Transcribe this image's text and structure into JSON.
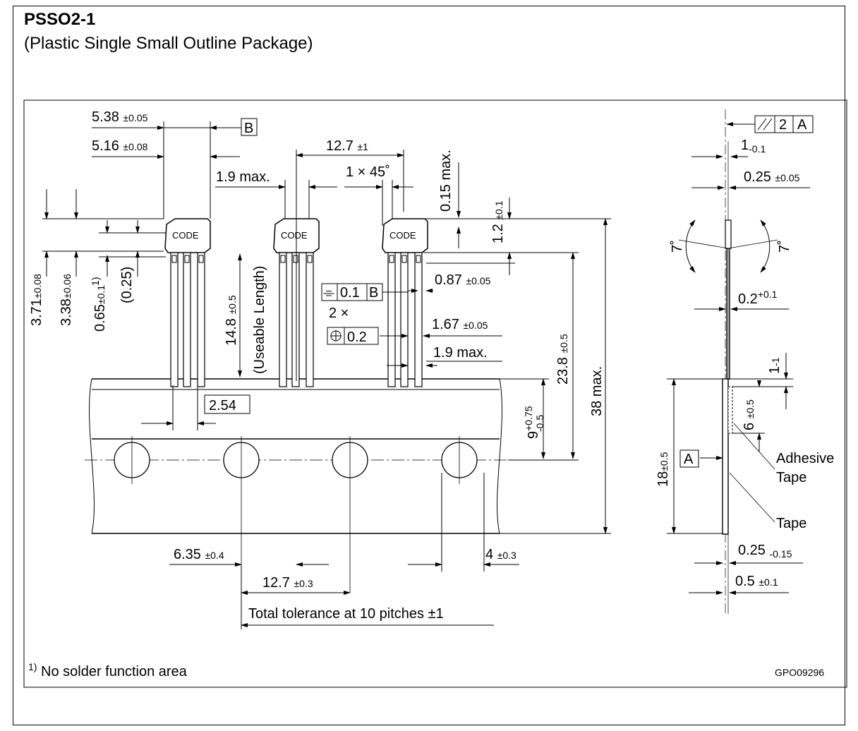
{
  "header": {
    "title": "PSSO2-1",
    "subtitle": "(Plastic Single Small Outline Package)"
  },
  "drawing": {
    "dims": {
      "d538": "5.38",
      "d538_tol": "±0.05",
      "d516": "5.16",
      "d516_tol": "±0.08",
      "datum_b": "B",
      "d127_top": "12.7",
      "d127_top_tol": "±1",
      "d19_max_a": "1.9 max.",
      "chamfer": "1 × 45˚",
      "d015_max": "0.15 max.",
      "d12": "1.2",
      "d12_tol": "±0.1",
      "d371": "3.71",
      "d371_tol": "±0.08",
      "d338": "3.38",
      "d338_tol": "±0.06",
      "d065": "0.65",
      "d065_tol": "±0.1",
      "d065_note": "1)",
      "d025_paren": "(0.25)",
      "d148": "14.8",
      "d148_tol": "±0.5",
      "usable_length": "(Useable Length)",
      "d087": "0.87",
      "d087_tol": "±0.05",
      "flat_tol": "0.1",
      "flat_datum": "B",
      "two_x": "2 ×",
      "pos_tol": "0.2",
      "d167": "1.67",
      "d167_tol": "±0.05",
      "d19_max_b": "1.9 max.",
      "d238": "23.8",
      "d238_tol": "±0.5",
      "d38_max": "38 max.",
      "d9": "9",
      "d9_plus": "+0.75",
      "d9_minus": "-0.5",
      "d254": "2.54",
      "d635": "6.35",
      "d635_tol": "±0.4",
      "d127_bot": "12.7",
      "d127_bot_tol": "±0.3",
      "d4": "4",
      "d4_tol": "±0.3",
      "total_tol": "Total tolerance at 10 pitches ±1",
      "code": "CODE"
    },
    "side": {
      "par_tol": "2",
      "par_datum": "A",
      "d1": "1",
      "d1_tol": "-0.1",
      "d025a": "0.25",
      "d025a_tol": "±0.05",
      "angle_left": "7˚",
      "angle_right": "7˚",
      "d02": "0.2",
      "d02_tol": "+0.1",
      "d1b": "1",
      "d1b_tol": "-1",
      "d6": "6",
      "d6_tol": "±0.5",
      "d18": "18",
      "d18_tol": "±0.5",
      "datum_a": "A",
      "adhesive": "Adhesive",
      "adhesive2": "Tape",
      "tape": "Tape",
      "d025b": "0.25",
      "d025b_tol": "-0.15",
      "d05": "0.5",
      "d05_tol": "±0.1"
    },
    "footnote": {
      "mark": "1)",
      "text": "No solder function area"
    },
    "drawing_id": "GPO09296"
  }
}
